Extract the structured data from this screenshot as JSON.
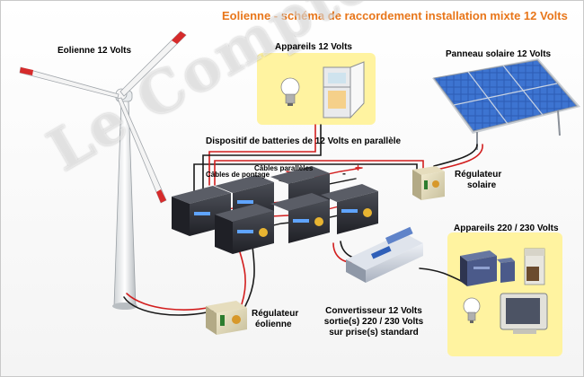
{
  "title": "Eolienne - schéma de raccordement installation mixte 12 Volts",
  "labels": {
    "wind_turbine": "Eolienne 12 Volts",
    "appliances_12v": "Appareils 12 Volts",
    "solar_panel": "Panneau solaire 12 Volts",
    "battery_bank": "Dispositif de batteries de 12 Volts en parallèle",
    "parallel_cables": "Câbles parallèles",
    "bridge_cables": "Câbles de pontage",
    "solar_regulator_line1": "Régulateur",
    "solar_regulator_line2": "solaire",
    "appliances_230v": "Appareils 220 / 230 Volts",
    "wind_regulator_line1": "Régulateur",
    "wind_regulator_line2": "éolienne",
    "inverter_line1": "Convertisseur 12 Volts",
    "inverter_line2": "sortie(s) 220 / 230 Volts",
    "inverter_line3": "sur prise(s) standard",
    "plus_sign": "+",
    "minus_sign": "-"
  },
  "watermark": "Le Comptoir Eolien",
  "colors": {
    "title": "#e8761a",
    "highlight_box": "#fff3a0",
    "wire_positive": "#d21e1e",
    "wire_negative": "#1a1a1a",
    "panel_blue": "#2f5fb8",
    "battery_body": "#2a2c33"
  }
}
